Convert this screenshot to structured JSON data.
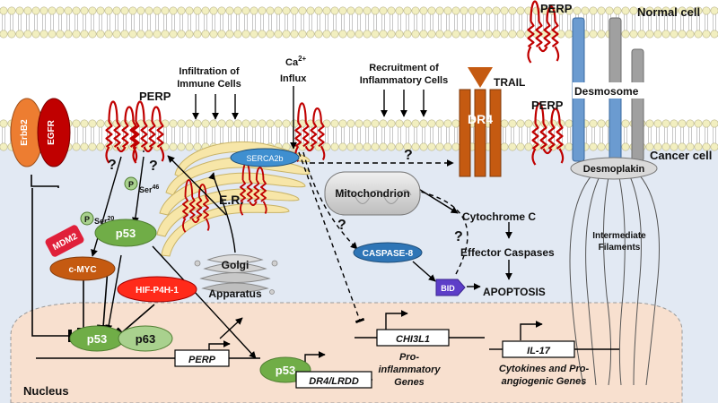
{
  "labels": {
    "normal_cell": "Normal cell",
    "cancer_cell": "Cancer cell",
    "nucleus": "Nucleus",
    "perp_left": "PERP",
    "perp_top": "PERP",
    "perp_right": "PERP",
    "infiltration": [
      "Infiltration of",
      "Immune Cells"
    ],
    "ca_base": "Ca",
    "ca_sup": "2+",
    "influx": "Influx",
    "recruitment": [
      "Recruitment of",
      "Inflammatory Cells"
    ],
    "trail": "TRAIL",
    "dr4": "DR4",
    "desmosome": "Desmosome",
    "desmoplakin": "Desmoplakin",
    "intermediate_filaments": [
      "Intermediate",
      "Filaments"
    ],
    "serca2b": "SERCA2b",
    "er": "E.R.",
    "mitochondrion": "Mitochondrion",
    "cytochrome_c": "Cytochrome C",
    "effector_caspases": "Effector Caspases",
    "apoptosis": "APOPTOSIS",
    "caspase8": "CASPASE-8",
    "bid": "BID",
    "golgi": [
      "Golgi",
      "Apparatus"
    ],
    "erbb2": "ErbB2",
    "egfr": "EGFR",
    "mdm2": "MDM2",
    "p_mark": "P",
    "ser20_base": "Ser",
    "ser20_sup": "20",
    "ser46_base": "Ser",
    "ser46_sup": "46",
    "p53_main": "p53",
    "cmyc": "c-MYC",
    "hif": "HIF-P4H-1",
    "p53_nuc": "p53",
    "p63": "p63",
    "p53_dr4": "p53",
    "perp_gene": "PERP",
    "dr4_gene": "DR4/LRDD",
    "chi3l1_gene": "CHI3L1",
    "il17_gene": "IL-17",
    "pro_inflammatory": [
      "Pro-",
      "inflammatory",
      "Genes"
    ],
    "cytokines": [
      "Cytokines and Pro-",
      "angiogenic Genes"
    ],
    "q1": "?",
    "q2": "?",
    "q3": "?",
    "q4": "?",
    "q5": "?"
  },
  "colors": {
    "perp": "#c00000",
    "nucleus": "#f8e0cf",
    "er": "#f7e6a8",
    "dr4": "#c55a11",
    "desmosome": "#6b9bd0",
    "p53": "#70ad47",
    "p63": "#a9d18e",
    "mdm2": "#e0203a",
    "cmyc": "#c55a11",
    "hif": "#ff2a1a",
    "erbb2": "#ed7d31",
    "egfr": "#c00000",
    "caspase": "#2e75b6",
    "bid": "#5d3ec8",
    "membrane_head": "#f2efc0",
    "cytoplasm": "#e2e9f3"
  }
}
